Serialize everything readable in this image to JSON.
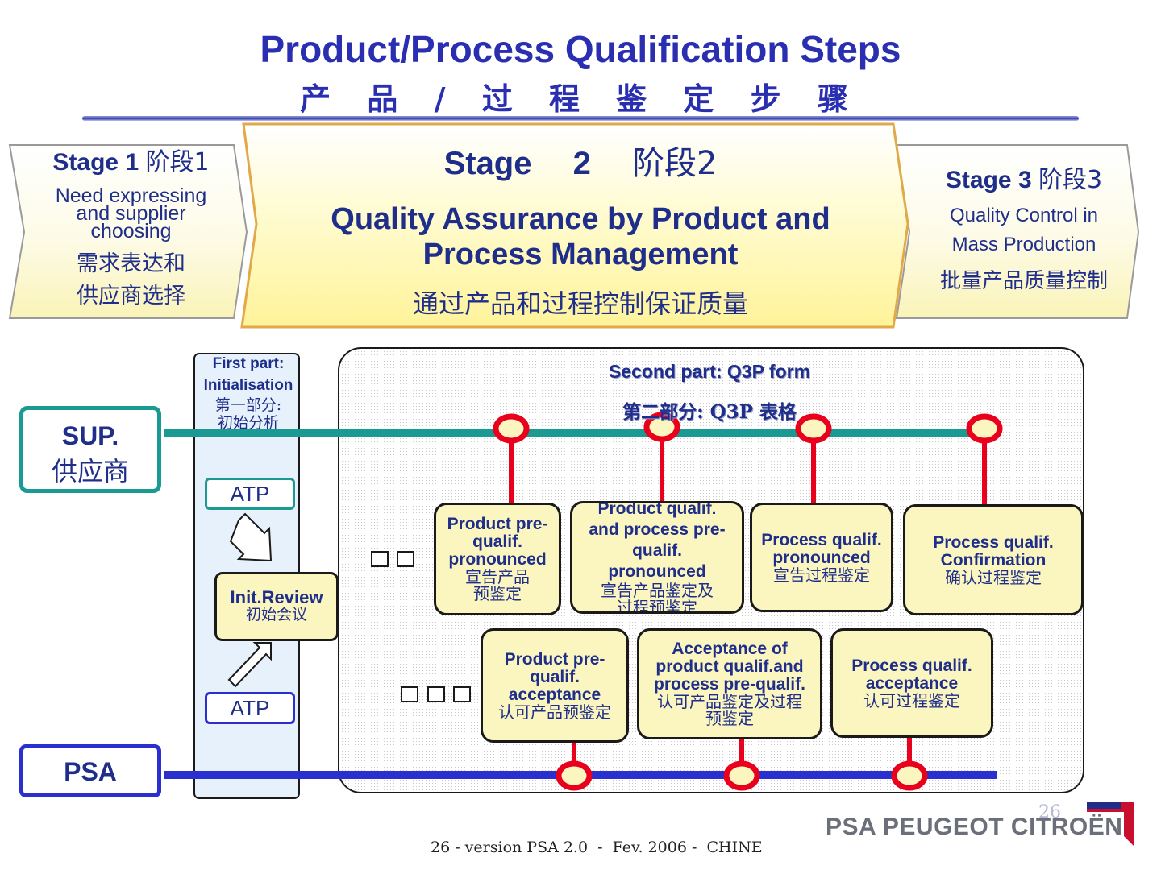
{
  "header": {
    "title_en": "Product/Process Qualification Steps",
    "title_cn": "产 品 / 过 程 鉴 定 步 骤"
  },
  "stages": [
    {
      "head_en": "Stage 1",
      "head_cn": "阶段1",
      "desc_lines": [
        "Need expressing",
        "and supplier",
        "choosing"
      ],
      "cn_lines": [
        "需求表达和",
        "供应商选择"
      ]
    },
    {
      "head_en": "Stage 2",
      "head_cn": "阶段2",
      "desc_lines": [
        "Quality Assurance by Product and",
        "Process Management"
      ],
      "cn_lines": [
        "通过产品和过程控制保证质量"
      ]
    },
    {
      "head_en": "Stage 3",
      "head_cn": "阶段3",
      "desc_lines": [
        "Quality Control in",
        "Mass Production"
      ],
      "cn_lines": [
        "批量产品质量控制"
      ]
    }
  ],
  "first_part": {
    "label_en_1": "First part:",
    "label_en_2": "Initialisation",
    "label_cn_1": "第一部分:",
    "label_cn_2": "初始分析"
  },
  "second_part": {
    "label_en": "Second part: Q3P form",
    "label_cn": "第二部分: Q3P 表格"
  },
  "actors": {
    "supplier_en": "SUP.",
    "supplier_cn": "供应商",
    "psa": "PSA"
  },
  "atp": {
    "top": "ATP",
    "bottom": "ATP"
  },
  "init_review": {
    "en": "Init.Review",
    "cn": "初始会议"
  },
  "supplier_milestones": [
    {
      "en_lines": [
        "Product pre-",
        "qualif.",
        "pronounced"
      ],
      "cn_lines": [
        "宣告产品",
        "预鉴定"
      ]
    },
    {
      "en_lines": [
        "Product qualif.",
        "and process pre-",
        "qualif.",
        "pronounced"
      ],
      "cn_lines": [
        "宣告产品鉴定及",
        "过程预鉴定"
      ]
    },
    {
      "en_lines": [
        "Process qualif.",
        "pronounced"
      ],
      "cn_lines": [
        "宣告过程鉴定"
      ]
    },
    {
      "en_lines": [
        "Process qualif.",
        "Confirmation"
      ],
      "cn_lines": [
        "确认过程鉴定"
      ]
    }
  ],
  "psa_milestones": [
    {
      "en_lines": [
        "Product pre-",
        "qualif.",
        "acceptance"
      ],
      "cn_lines": [
        "认可产品预鉴定"
      ]
    },
    {
      "en_lines": [
        "Acceptance of",
        "product qualif.and",
        "process pre-qualif."
      ],
      "cn_lines": [
        "认可产品鉴定及过程",
        "预鉴定"
      ]
    },
    {
      "en_lines": [
        "Process qualif.",
        "acceptance"
      ],
      "cn_lines": [
        "认可过程鉴定"
      ]
    }
  ],
  "footer": {
    "text": "26 - version PSA 2.0  -  Fev. 2006 -  CHINE",
    "page_number": "26",
    "logo_text": "PSA PEUGEOT CITROËN"
  },
  "colors": {
    "title_blue": "#2a2fb2",
    "text_navy": "#1f2e8a",
    "supplier_teal": "#1b9a93",
    "psa_blue": "#2a2fd0",
    "milestone_red": "#e8001c",
    "milestone_fill": "#fbf6bf",
    "stage2_fill": "#fff7a8"
  }
}
